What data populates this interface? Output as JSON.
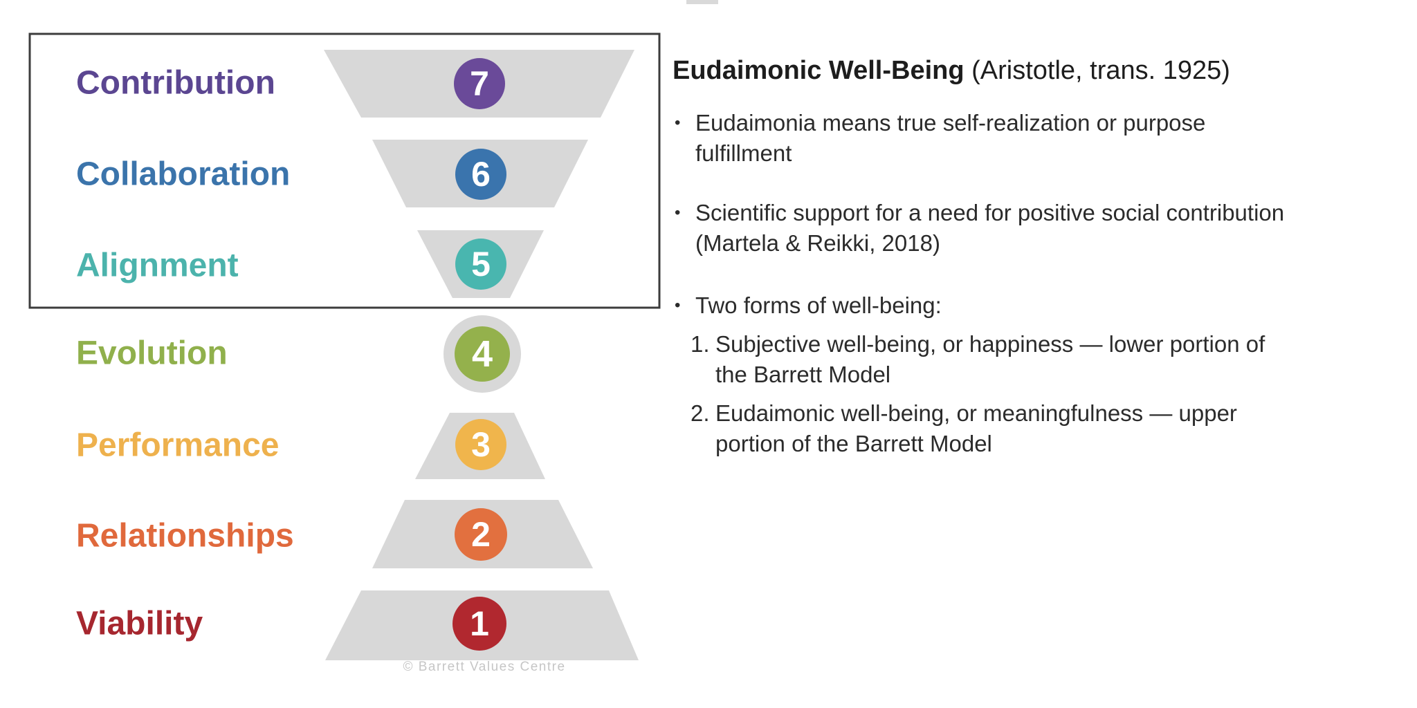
{
  "diagram": {
    "box_border_color": "#3c3c3c",
    "trapezoid_color": "#d8d8d8",
    "copyright": "© Barrett Values Centre",
    "copyright_color": "#c6c6c6",
    "levels": [
      {
        "num": "7",
        "label": "Contribution",
        "label_color": "#5b4691",
        "circle_color": "#6a4a99"
      },
      {
        "num": "6",
        "label": "Collaboration",
        "label_color": "#3b74ab",
        "circle_color": "#3a74ad"
      },
      {
        "num": "5",
        "label": "Alignment",
        "label_color": "#4cb3ac",
        "circle_color": "#49b6af"
      },
      {
        "num": "4",
        "label": "Evolution",
        "label_color": "#90b04c",
        "circle_color": "#94b14c"
      },
      {
        "num": "3",
        "label": "Performance",
        "label_color": "#eeb14d",
        "circle_color": "#f0b54c"
      },
      {
        "num": "2",
        "label": "Relationships",
        "label_color": "#e0693c",
        "circle_color": "#e2703f"
      },
      {
        "num": "1",
        "label": "Viability",
        "label_color": "#a6272f",
        "circle_color": "#b1282f"
      }
    ]
  },
  "content": {
    "title_bold": "Eudaimonic Well-Being",
    "title_rest": " (Aristotle, trans. 1925)",
    "bullet_glyph": "•",
    "bullets": [
      {
        "text": "Eudaimonia means true self-realization or purpose\nfulfillment"
      },
      {
        "text": "Scientific support for a need for positive social contribution\n(Martela & Reikki, 2018)"
      },
      {
        "text": "Two forms of well-being:"
      }
    ],
    "numbered": [
      {
        "marker": "1.",
        "text": "Subjective well-being, or happiness — lower portion of\nthe Barrett Model"
      },
      {
        "marker": "2.",
        "text": "Eudaimonic well-being, or meaningfulness — upper\nportion of the Barrett Model"
      }
    ]
  }
}
